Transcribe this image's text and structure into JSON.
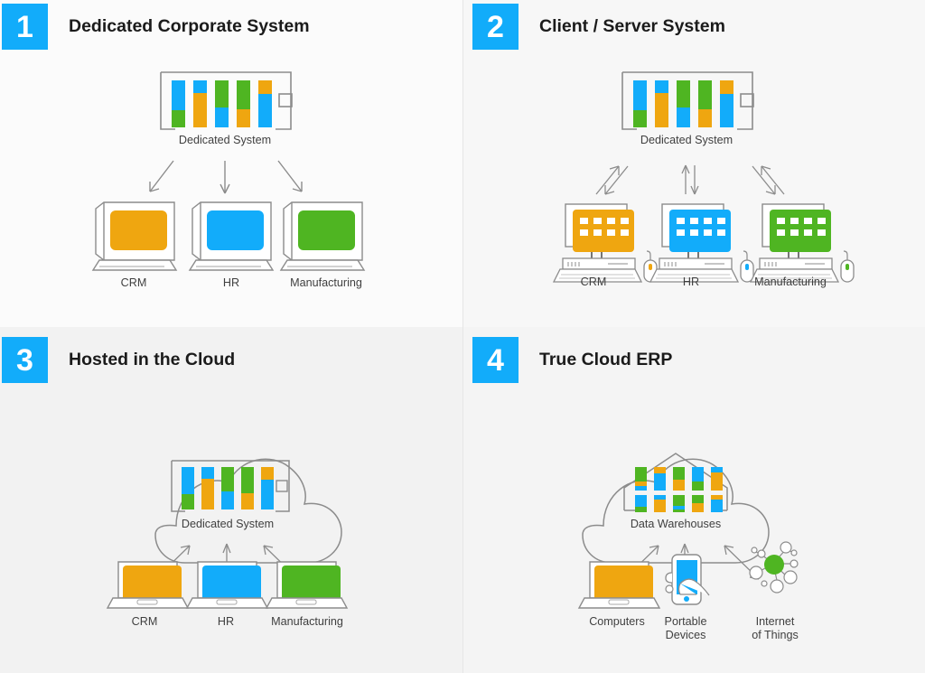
{
  "colors": {
    "blue": "#12ACFA",
    "green": "#4FB522",
    "orange": "#EFA610",
    "outline": "#8c8c8c",
    "text": "#3f3f3f",
    "title": "#1b1b1b",
    "badge_bg": "#12ACFA",
    "badge_text": "#ffffff"
  },
  "panels": [
    {
      "number": "1",
      "title": "Dedicated Corporate System",
      "server": {
        "label": "Dedicated System",
        "type": "rack"
      },
      "arrows": "single-out",
      "devices": [
        {
          "label": "CRM",
          "color": "orange",
          "icon": "crt-monitor-icon"
        },
        {
          "label": "HR",
          "color": "blue",
          "icon": "crt-monitor-icon"
        },
        {
          "label": "Manufacturing",
          "color": "green",
          "icon": "crt-monitor-icon"
        }
      ]
    },
    {
      "number": "2",
      "title": "Client / Server System",
      "server": {
        "label": "Dedicated System",
        "type": "rack"
      },
      "arrows": "paired-bidirectional",
      "devices": [
        {
          "label": "CRM",
          "color": "orange",
          "icon": "desktop-computer-icon"
        },
        {
          "label": "HR",
          "color": "blue",
          "icon": "desktop-computer-icon"
        },
        {
          "label": "Manufacturing",
          "color": "green",
          "icon": "desktop-computer-icon"
        }
      ]
    },
    {
      "number": "3",
      "title": "Hosted in the Cloud",
      "server": {
        "label": "Dedicated System",
        "type": "cloud-rack"
      },
      "arrows": "double-headed",
      "devices": [
        {
          "label": "CRM",
          "color": "orange",
          "icon": "laptop-icon"
        },
        {
          "label": "HR",
          "color": "blue",
          "icon": "laptop-icon"
        },
        {
          "label": "Manufacturing",
          "color": "green",
          "icon": "laptop-icon"
        }
      ]
    },
    {
      "number": "4",
      "title": "True Cloud ERP",
      "server": {
        "label": "Data Warehouses",
        "type": "cloud-warehouse"
      },
      "arrows": "double-headed",
      "devices": [
        {
          "label": "Computers",
          "color": "orange",
          "icon": "laptop-icon"
        },
        {
          "label": "Portable\nDevices",
          "color": "blue",
          "icon": "mobile-phone-in-hand-icon"
        },
        {
          "label": "Internet\nof Things",
          "color": "green",
          "icon": "iot-network-icon"
        }
      ]
    }
  ],
  "rack_bars": [
    {
      "segments": [
        {
          "color": "blue",
          "pct": 66
        },
        {
          "color": "green",
          "pct": 34
        }
      ]
    },
    {
      "segments": [
        {
          "color": "blue",
          "pct": 27
        },
        {
          "color": "orange",
          "pct": 73
        }
      ]
    },
    {
      "segments": [
        {
          "color": "green",
          "pct": 57
        },
        {
          "color": "blue",
          "pct": 43
        }
      ]
    },
    {
      "segments": [
        {
          "color": "green",
          "pct": 62
        },
        {
          "color": "orange",
          "pct": 38
        }
      ]
    },
    {
      "segments": [
        {
          "color": "orange",
          "pct": 28
        },
        {
          "color": "blue",
          "pct": 72
        }
      ]
    }
  ],
  "warehouse_bars_top": [
    {
      "segments": [
        {
          "color": "green",
          "pct": 62
        },
        {
          "color": "orange",
          "pct": 20
        },
        {
          "color": "blue",
          "pct": 18
        }
      ]
    },
    {
      "segments": [
        {
          "color": "orange",
          "pct": 26
        },
        {
          "color": "blue",
          "pct": 74
        }
      ]
    },
    {
      "segments": [
        {
          "color": "green",
          "pct": 55
        },
        {
          "color": "orange",
          "pct": 45
        }
      ]
    },
    {
      "segments": [
        {
          "color": "blue",
          "pct": 62
        },
        {
          "color": "green",
          "pct": 38
        }
      ]
    },
    {
      "segments": [
        {
          "color": "blue",
          "pct": 22
        },
        {
          "color": "orange",
          "pct": 78
        }
      ]
    }
  ],
  "warehouse_bars_bottom": [
    {
      "segments": [
        {
          "color": "blue",
          "pct": 70
        },
        {
          "color": "green",
          "pct": 30
        }
      ]
    },
    {
      "segments": [
        {
          "color": "blue",
          "pct": 28
        },
        {
          "color": "orange",
          "pct": 72
        }
      ]
    },
    {
      "segments": [
        {
          "color": "green",
          "pct": 66
        },
        {
          "color": "blue",
          "pct": 16
        },
        {
          "color": "green",
          "pct": 18
        }
      ]
    },
    {
      "segments": [
        {
          "color": "green",
          "pct": 46
        },
        {
          "color": "orange",
          "pct": 54
        }
      ]
    },
    {
      "segments": [
        {
          "color": "orange",
          "pct": 26
        },
        {
          "color": "blue",
          "pct": 74
        }
      ]
    }
  ]
}
